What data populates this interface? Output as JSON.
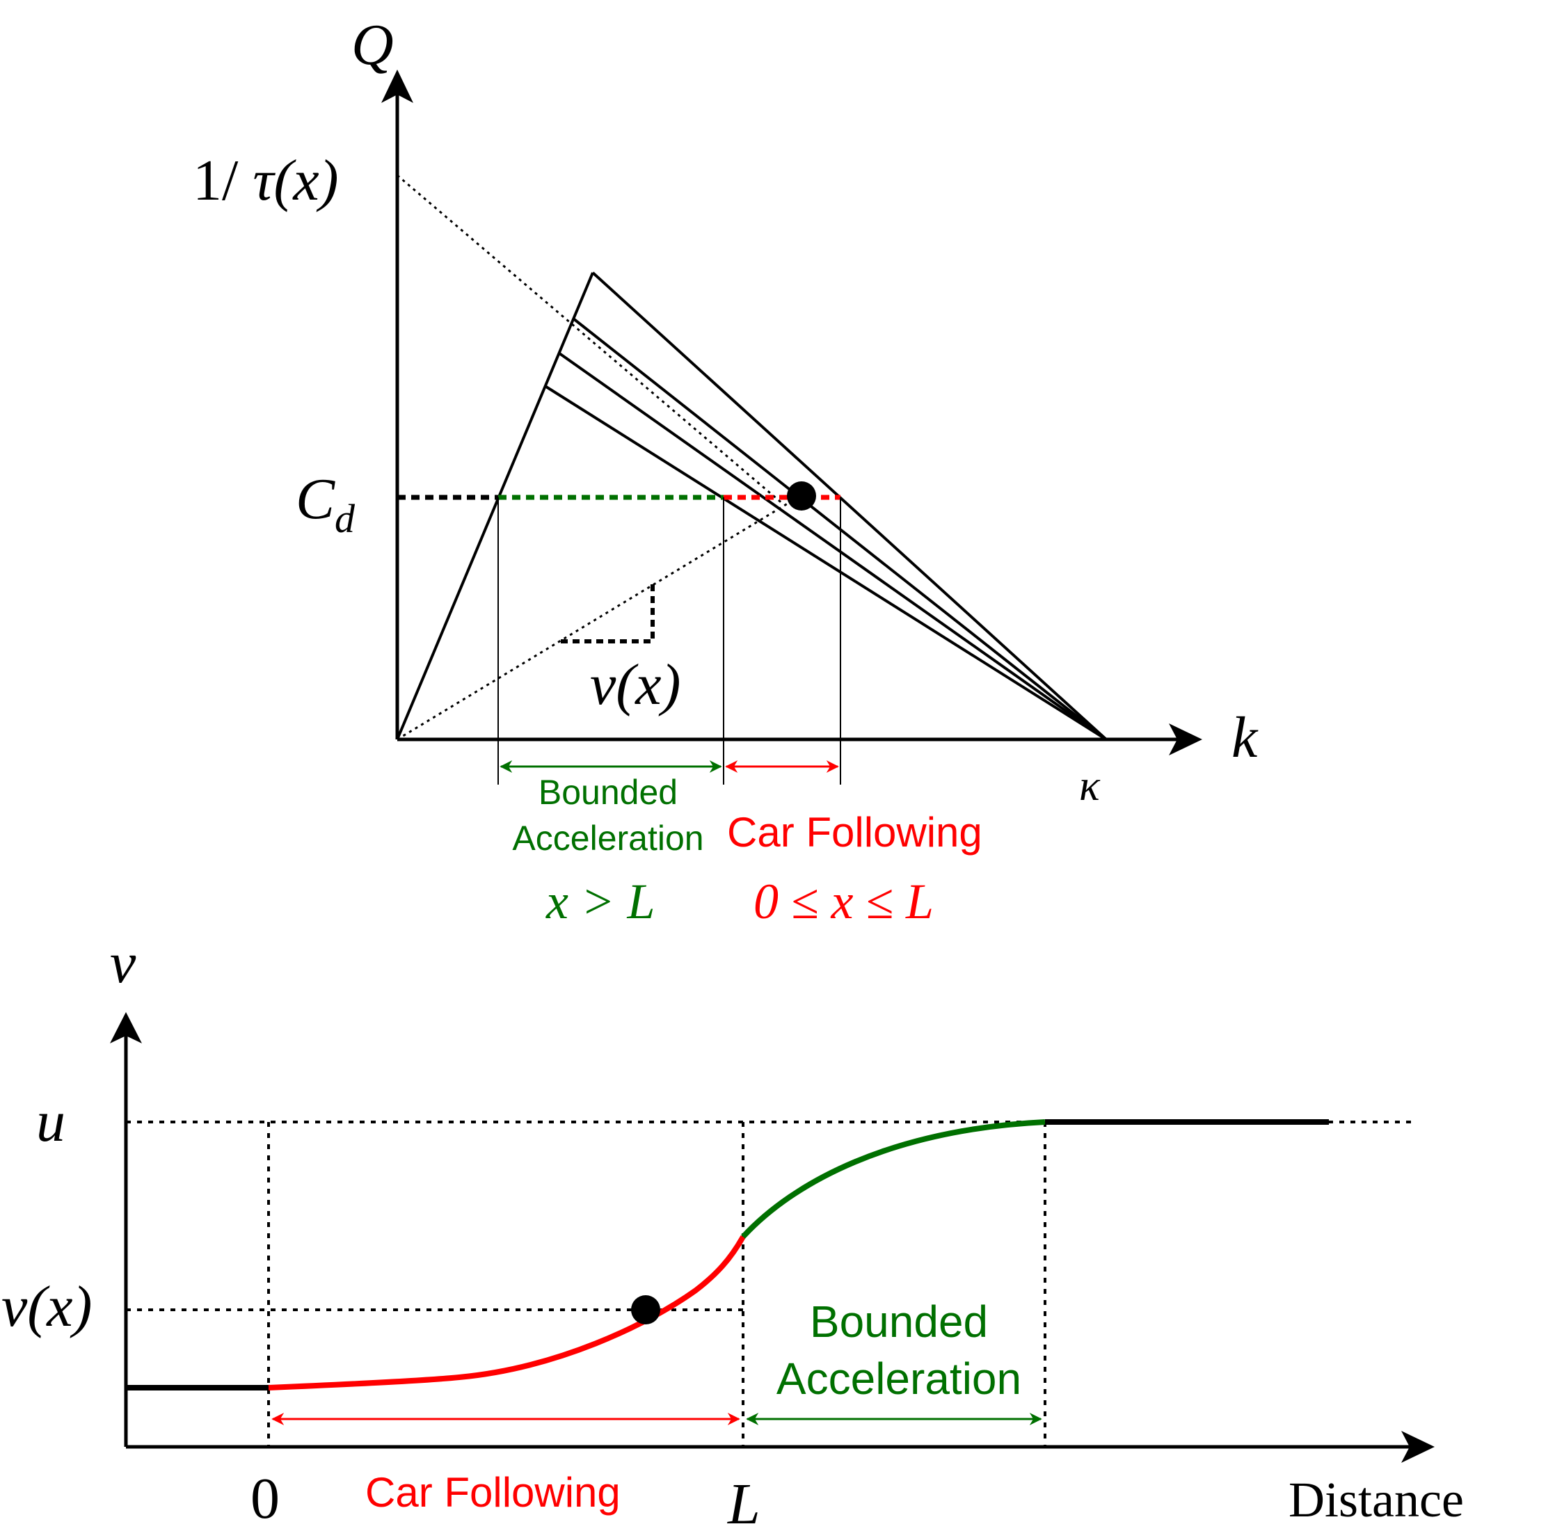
{
  "colors": {
    "ink": "#000000",
    "car_following": "#ff0000",
    "bounded_acceleration": "#007000"
  },
  "top": {
    "q_axis_label": "Q",
    "k_axis_label": "k",
    "tau_label_prefix": "1/ ",
    "tau_label_symbol": "τ",
    "tau_label_arg": "(x)",
    "cd_label_main": "C",
    "cd_label_sub": "d",
    "kappa_label": "κ",
    "vx_label_v": "v",
    "vx_label_arg": "(x)",
    "bounded_line1": "Bounded",
    "bounded_line2": "Acceleration",
    "car_following": "Car Following",
    "cond_bounded": "x > L",
    "cond_car": "0 ≤ x ≤ L"
  },
  "bottom": {
    "v_axis_label": "v",
    "u_label": "u",
    "vx_label_v": "v",
    "vx_label_arg": "(x)",
    "zero_label": "0",
    "l_label": "L",
    "distance_label": "Distance",
    "car_following": "Car Following",
    "bounded_line1": "Bounded",
    "bounded_line2": "Acceleration"
  }
}
